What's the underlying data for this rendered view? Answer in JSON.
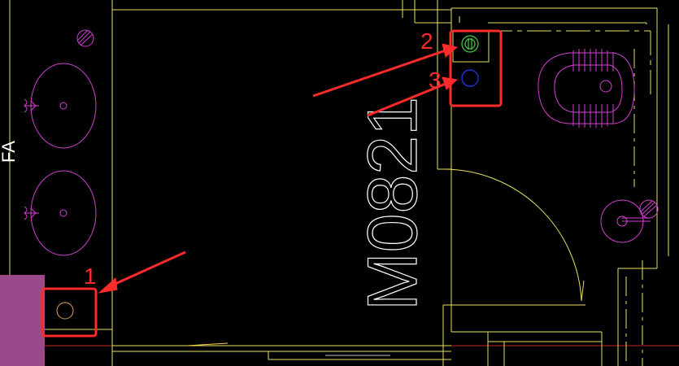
{
  "drawing": {
    "door_label": "M0821",
    "callouts": [
      {
        "number": "1"
      },
      {
        "number": "2"
      },
      {
        "number": "3"
      }
    ],
    "side_text": "FA"
  },
  "colors": {
    "background": "#000000",
    "wall_line": "#e8e060",
    "fixture": "#d040d0",
    "fixture_fill": "#9a4a8a",
    "annotation": "#ff2a2a",
    "door_text": "#ffffff",
    "outlet_green": "#40d040",
    "outlet_blue": "#2030e0",
    "floor_drain": "#e0a060",
    "door_swing": "#e8e060",
    "red_grid": "#c02020"
  }
}
